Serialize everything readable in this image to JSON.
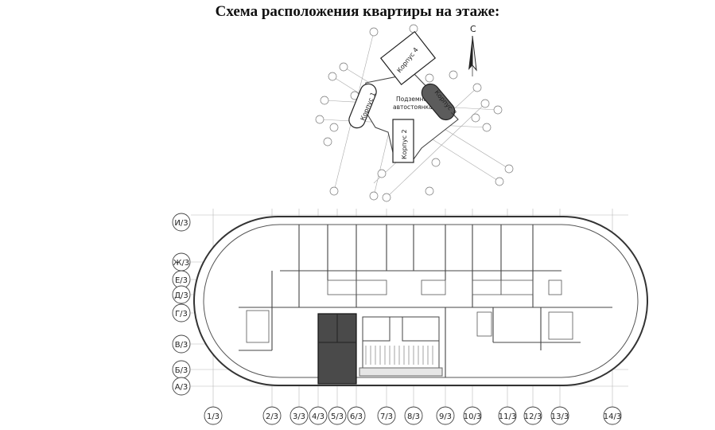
{
  "title": "Схема расположения квартиры на этаже:",
  "site_plan": {
    "north_label": "С",
    "buildings": [
      {
        "name": "Корпус 1",
        "highlighted": false
      },
      {
        "name": "Корпус 2",
        "highlighted": false
      },
      {
        "name": "Корпус 3",
        "highlighted": true
      },
      {
        "name": "Корпус 4",
        "highlighted": false
      }
    ],
    "parking_line1": "Подземная",
    "parking_line2": "автостоянка"
  },
  "floor_plan": {
    "row_axes": [
      "И/3",
      "Ж/3",
      "Е/3",
      "Д/3",
      "Г/3",
      "В/3",
      "Б/3",
      "А/3"
    ],
    "col_axes": [
      "1/3",
      "2/3",
      "3/3",
      "4/3",
      "5/3",
      "6/3",
      "7/3",
      "8/3",
      "9/3",
      "10/3",
      "11/3",
      "12/3",
      "13/3",
      "14/3"
    ],
    "highlight_color": "#4a4a4a"
  }
}
